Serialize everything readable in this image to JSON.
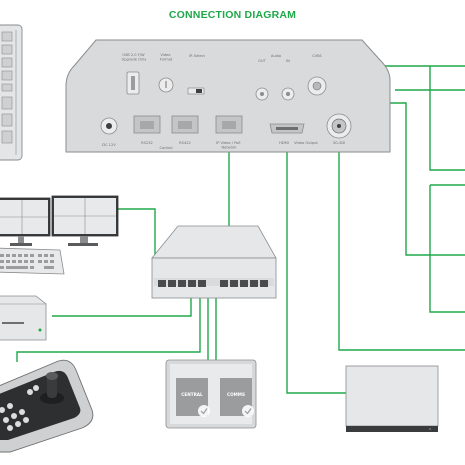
{
  "title": "CONNECTION DIAGRAM",
  "colors": {
    "wire": "#1fa84a",
    "device": "#d7d8da",
    "stroke": "#8a8c8e"
  },
  "camera_labels": {
    "usb": "USB 2.0 F/W\nUpgrade Only",
    "video_format": "Video\nFormat",
    "ir_select": "IR Select",
    "audio": "Audio",
    "audio_out": "OUT",
    "audio_in": "IN",
    "cvbs": "CVBS",
    "dc": "DC 12V",
    "rs232": "RS232",
    "rs422": "RS422",
    "control": "Control",
    "ip_video": "IP Video / PoE\nNetwork",
    "hdmi": "HDMI",
    "video_output": "Video Output",
    "sdi": "3G-SDI"
  },
  "app_tiles": {
    "central": "CENTRAL",
    "comms": "COMMS"
  },
  "icons": [
    "check-icon"
  ]
}
